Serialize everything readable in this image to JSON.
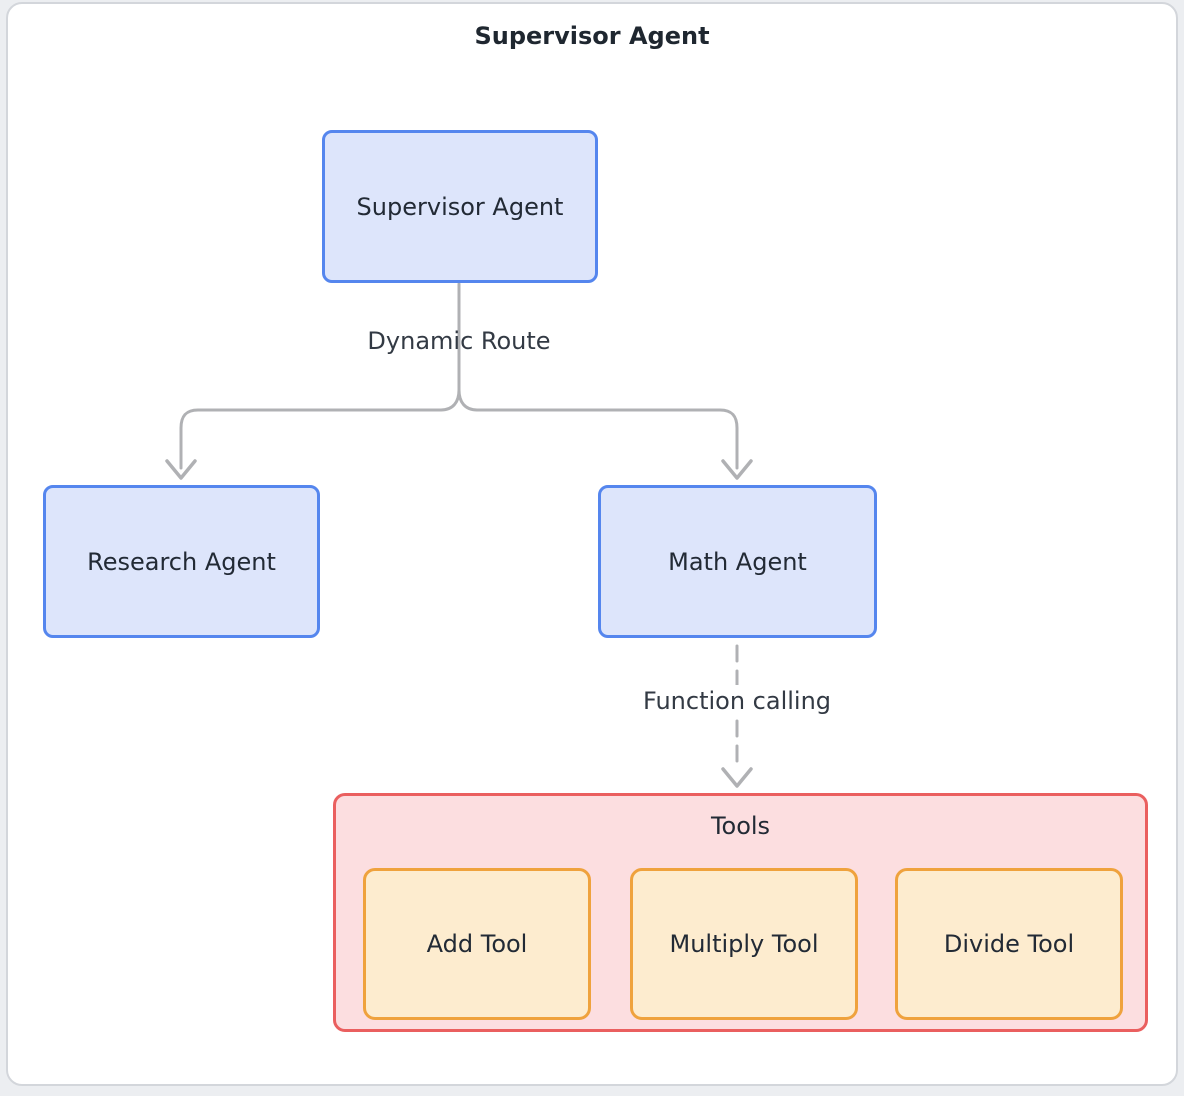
{
  "diagram": {
    "title": "Supervisor Agent",
    "nodes": {
      "supervisor": {
        "label": "Supervisor Agent"
      },
      "research": {
        "label": "Research Agent"
      },
      "math": {
        "label": "Math Agent"
      }
    },
    "edges": {
      "dynamic_route": {
        "label": "Dynamic Route",
        "style": "solid",
        "from": "supervisor",
        "to": "research, math"
      },
      "function_calling": {
        "label": "Function calling",
        "style": "dashed",
        "from": "math",
        "to": "tools"
      }
    },
    "tools_group": {
      "title": "Tools",
      "items": [
        {
          "label": "Add Tool"
        },
        {
          "label": "Multiply Tool"
        },
        {
          "label": "Divide Tool"
        }
      ]
    },
    "colors": {
      "page_bg": "#eceef1",
      "canvas_bg": "#ffffff",
      "canvas_border": "#d3d6db",
      "agent_fill": "#dde5fb",
      "agent_border": "#5586ee",
      "tools_fill": "#fcdee0",
      "tools_border": "#ea5f5f",
      "tool_fill": "#fdeccf",
      "tool_border": "#efa23d",
      "arrow": "#b0b1b4",
      "node_text": "#222a35",
      "label_text": "#333a44",
      "title_text": "#1f2730"
    }
  }
}
